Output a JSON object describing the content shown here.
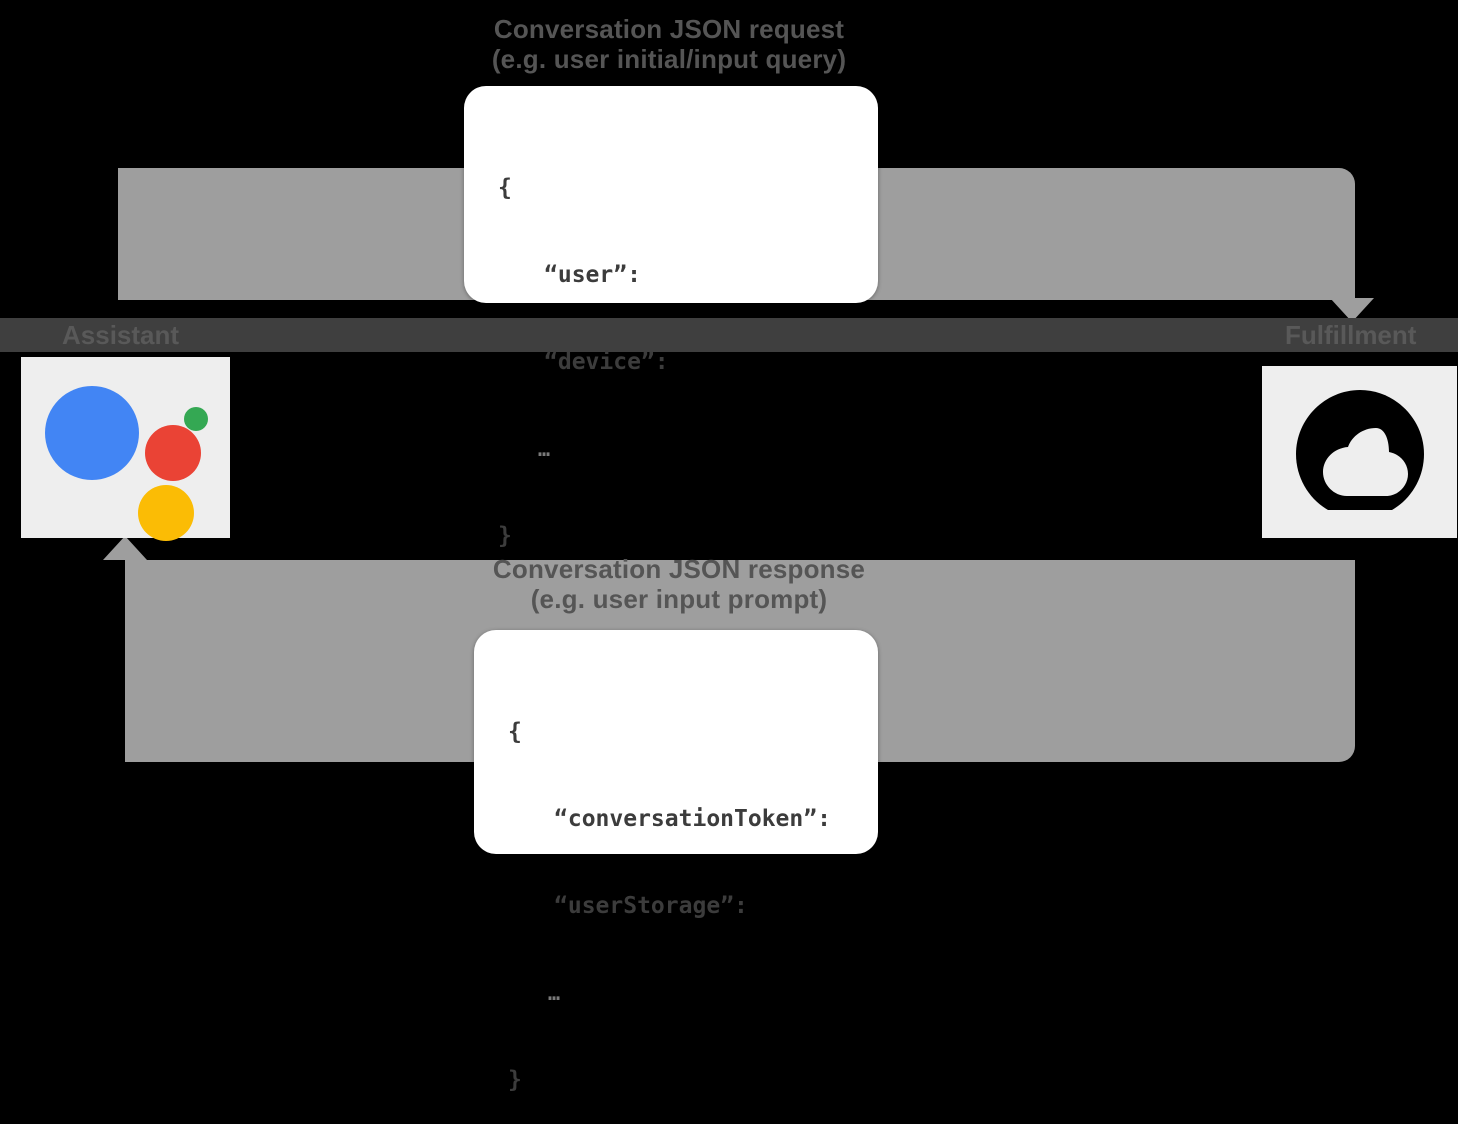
{
  "diagram": {
    "title": "Google Assistant conversation request/response flow",
    "background_color": "#000000",
    "band_color": "#9e9e9e",
    "strip_color": "#3f3f3f",
    "node_bg_color": "#eeeeee"
  },
  "request_flow": {
    "title": "Conversation JSON request",
    "subtitle": "(e.g. user initial/input query)",
    "direction": "assistant-to-fulfillment"
  },
  "response_flow": {
    "title": "Conversation JSON response",
    "subtitle": "(e.g. user input prompt)",
    "direction": "fulfillment-to-assistant"
  },
  "nodes": {
    "assistant": {
      "label": "Assistant",
      "icon": "google-assistant-icon",
      "colors": {
        "blue": "#4285F4",
        "red": "#EA4335",
        "yellow": "#FBBC05",
        "green": "#34A853"
      }
    },
    "fulfillment": {
      "label": "Fulfillment",
      "icon": "cloud-icon",
      "colors": {
        "glyph": "#000000",
        "cutout": "#eeeeee"
      }
    }
  },
  "request_json": {
    "line1": "{",
    "line2": "“user”:",
    "line3": "“device”:",
    "line4": "…",
    "line5": "}"
  },
  "response_json": {
    "line1": "{",
    "line2": "“conversationToken”:",
    "line3": "“userStorage”:",
    "line4": "…",
    "line5": "}"
  }
}
